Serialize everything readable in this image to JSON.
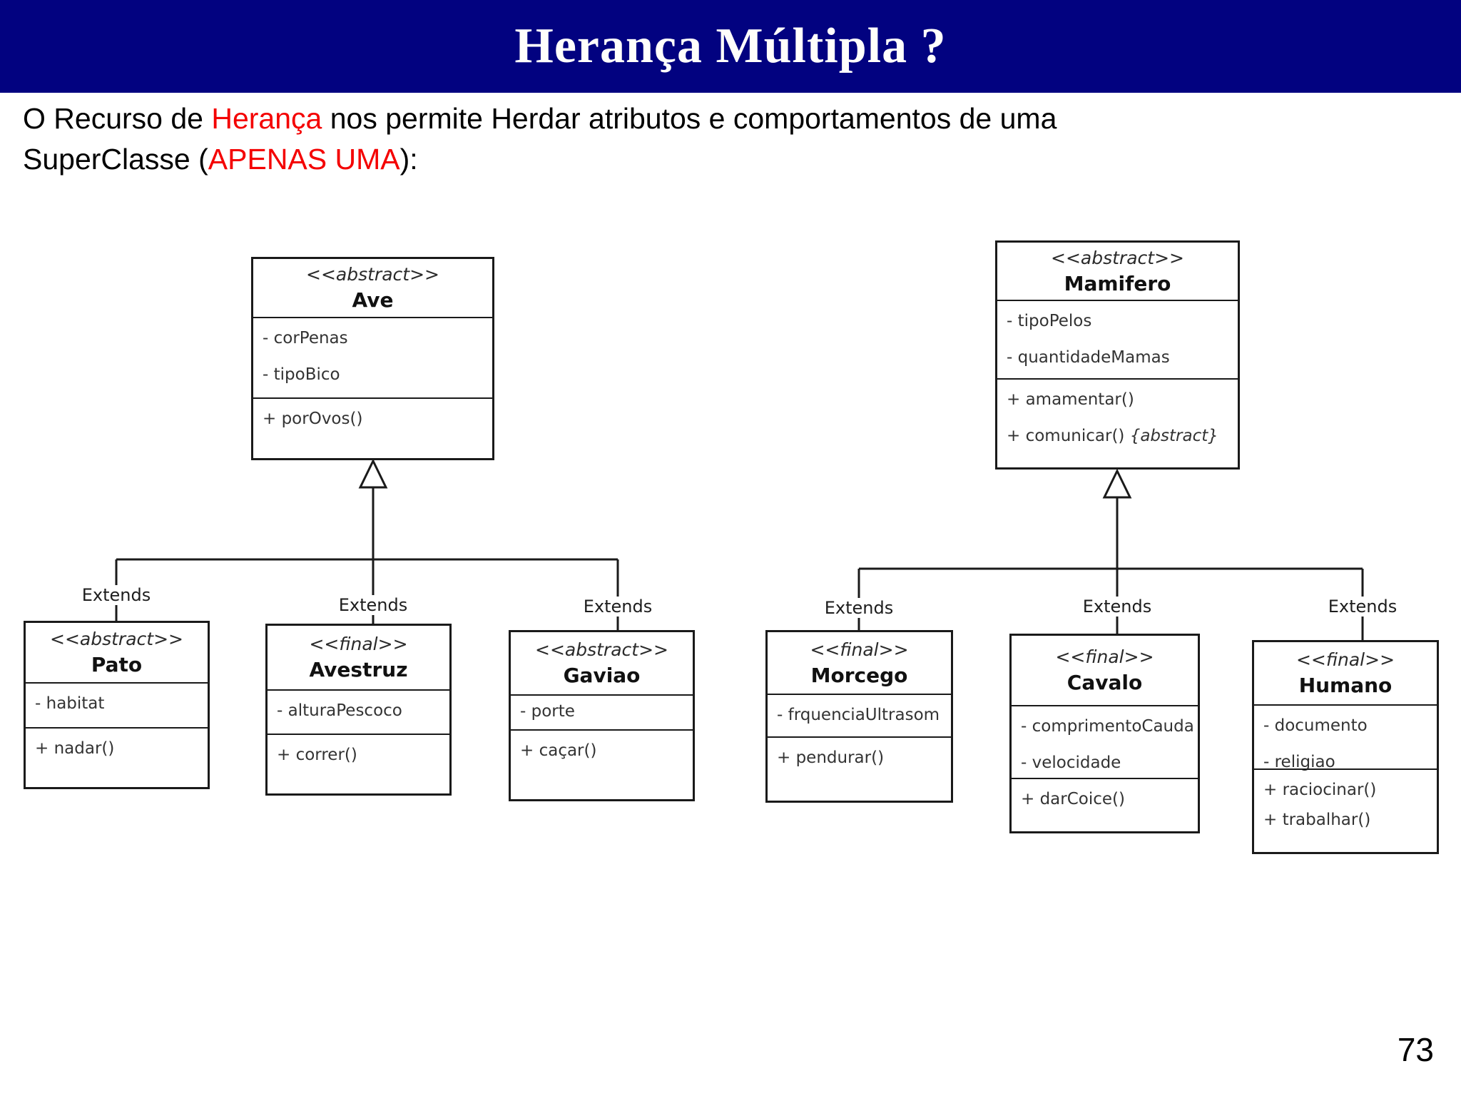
{
  "slide": {
    "title": "Herança Múltipla ?",
    "page_number": "73",
    "header_color": "#020280",
    "accent_red": "#f40000",
    "intro": {
      "line1_pre": "O Recurso de ",
      "line1_red": "Herança",
      "line1_post": " nos permite Herdar atributos e comportamentos de uma",
      "line2_pre": "SuperClasse (",
      "line2_red": "APENAS UMA",
      "line2_post": "):"
    }
  },
  "labels": {
    "extends": "Extends"
  },
  "diagrams": [
    {
      "id": "aves",
      "parent": {
        "stereotype": "<<abstract>>",
        "name": "Ave",
        "attributes": [
          "- corPenas",
          "- tipoBico"
        ],
        "methods": [
          "+ porOvos()"
        ]
      },
      "children": [
        {
          "stereotype": "<<abstract>>",
          "name": "Pato",
          "attributes": [
            "- habitat"
          ],
          "methods": [
            "+ nadar()"
          ]
        },
        {
          "stereotype": "<<final>>",
          "name": "Avestruz",
          "attributes": [
            "- alturaPescoco"
          ],
          "methods": [
            "+ correr()"
          ]
        },
        {
          "stereotype": "<<abstract>>",
          "name": "Gaviao",
          "attributes": [
            "- porte"
          ],
          "methods": [
            "+ caçar()"
          ]
        }
      ]
    },
    {
      "id": "mamiferos",
      "parent": {
        "stereotype": "<<abstract>>",
        "name": "Mamifero",
        "attributes": [
          "- tipoPelos",
          "- quantidadeMamas"
        ],
        "methods": [
          "+ amamentar()"
        ],
        "abstract_method": {
          "text": "+ comunicar() ",
          "modifier": "{abstract}"
        }
      },
      "children": [
        {
          "stereotype": "<<final>>",
          "name": "Morcego",
          "attributes": [
            "- frquenciaUltrasom"
          ],
          "methods": [
            "+ pendurar()"
          ]
        },
        {
          "stereotype": "<<final>>",
          "name": "Cavalo",
          "attributes": [
            "- comprimentoCauda",
            "- velocidade"
          ],
          "methods": [
            "+ darCoice()"
          ]
        },
        {
          "stereotype": "<<final>>",
          "name": "Humano",
          "attributes": [
            "- documento",
            "- religiao"
          ],
          "methods": [
            "+ raciocinar()",
            "+ trabalhar()"
          ]
        }
      ]
    }
  ]
}
